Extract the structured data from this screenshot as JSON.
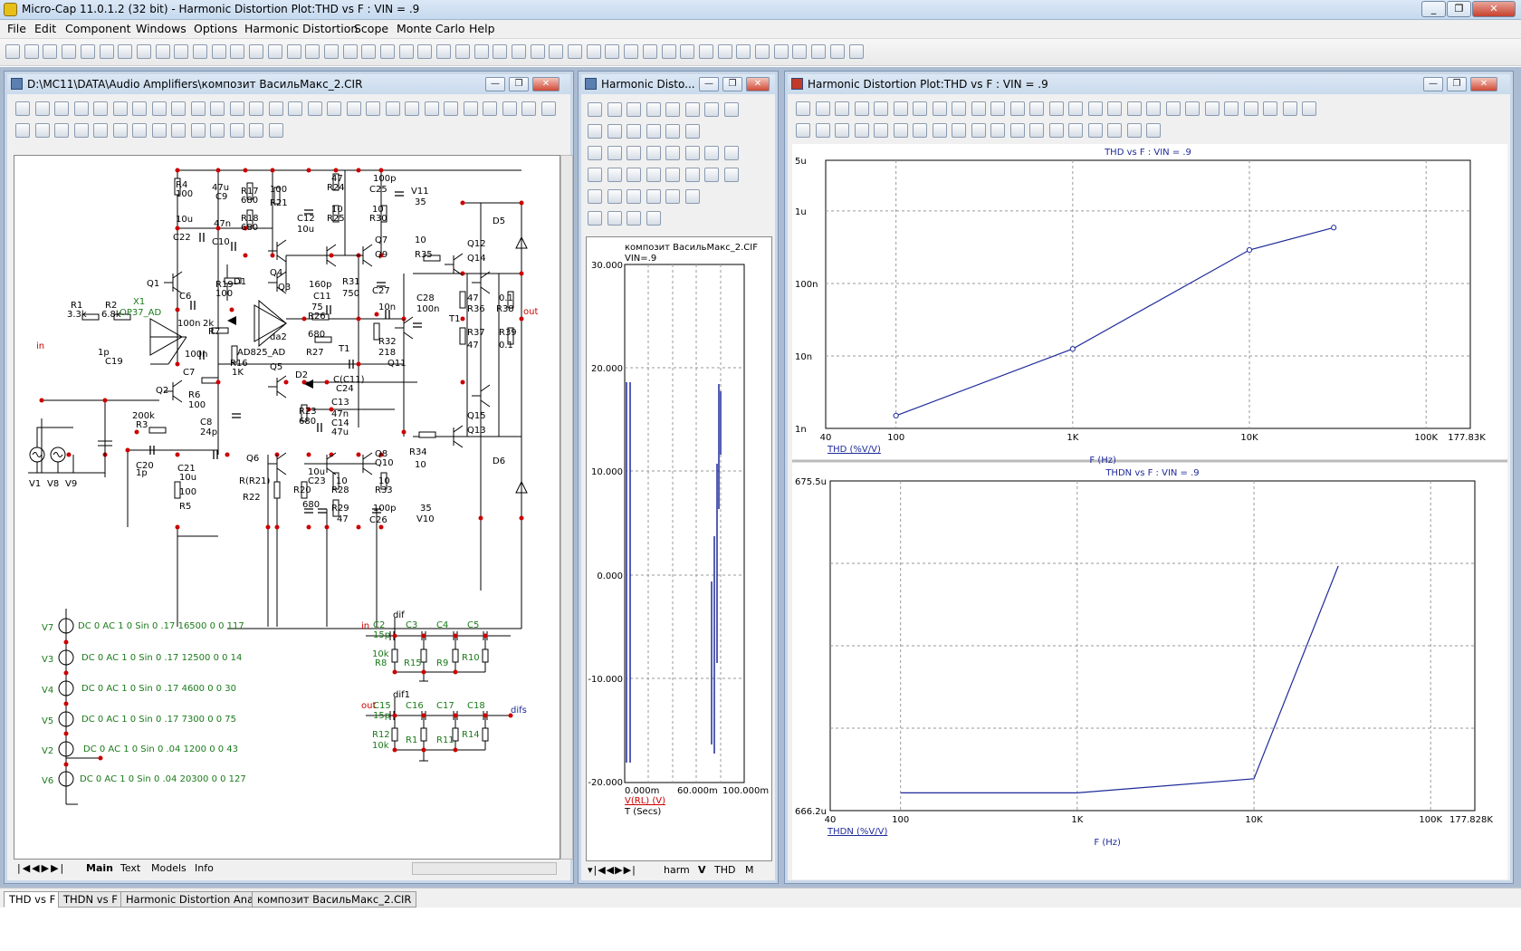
{
  "app": {
    "title": "Micro-Cap 11.0.1.2 (32 bit) - Harmonic Distortion Plot:THD vs F : VIN = .9"
  },
  "menu": [
    "File",
    "Edit",
    "Component",
    "Windows",
    "Options",
    "Harmonic Distortion",
    "Scope",
    "Monte Carlo",
    "Help"
  ],
  "schematic": {
    "title": "D:\\MC11\\DATA\\Audio Amplifiers\\композит ВасильМакс_2.CIR",
    "tabs": [
      "Main",
      "Text",
      "Models",
      "Info"
    ],
    "sources": [
      {
        "name": "V7",
        "spec": "DC 0 AC 1 0 Sin 0 .17 16500 0 0 117"
      },
      {
        "name": "V3",
        "spec": "DC 0 AC 1 0 Sin 0 .17 12500 0 0 14"
      },
      {
        "name": "V4",
        "spec": "DC 0 AC 1 0 Sin 0 .17 4600 0 0 30"
      },
      {
        "name": "V5",
        "spec": "DC 0 AC 1 0 Sin 0 .17 7300 0 0 75"
      },
      {
        "name": "V2",
        "spec": "DC 0 AC 1 0 Sin 0 .04 1200 0 0 43"
      },
      {
        "name": "V6",
        "spec": "DC 0 AC 1 0 Sin 0 .04 20300 0 0 127"
      }
    ],
    "labels": {
      "r1": "R1",
      "r1v": "3.3k",
      "r2": "R2",
      "r2v": "6.8k",
      "x1": "X1",
      "x1m": "OP37_AD",
      "c19": "C19",
      "c19v": "1p",
      "in": "in",
      "v1": "V1",
      "v8": "V8",
      "v9": "V9",
      "q1": "Q1",
      "q2": "Q2",
      "r4": "R4",
      "r4v": "100",
      "c22": "C22",
      "c22v": "10u",
      "r17": "R17",
      "r17v": "680",
      "r18": "R18",
      "r18v": "680",
      "c9": "C9",
      "c9v": "47u",
      "c10": "C10",
      "c10v": "47n",
      "r19": "R19",
      "r19v": "100",
      "d1": "D1",
      "c6": "C6",
      "c6v": "100n",
      "r7": "R7",
      "r7v": "2k",
      "c7": "C7",
      "c7v": "100n",
      "r16": "R16",
      "r16v": "1K",
      "r6": "R6",
      "r6v": "100",
      "c8": "C8",
      "c8v": "24p",
      "r3": "R3",
      "r3v": "200k",
      "c20": "C20",
      "c20v": "1p",
      "c21": "C21",
      "c21v": "10u",
      "r5": "R5",
      "r5v": "100",
      "da2": "da2",
      "ad825": "AD825_AD",
      "q3": "Q3",
      "q4": "Q4",
      "q5": "Q5",
      "q6": "Q6",
      "r21": "R21",
      "r21v": "100",
      "c12": "C12",
      "c12v": "10u",
      "r24": "R24",
      "r24v": "47",
      "r25": "R25",
      "r25v": "10",
      "r30": "R30",
      "r30v": "10",
      "c25": "C25",
      "c25v": "100p",
      "v11": "V11",
      "v11v": "35",
      "q7": "Q7",
      "q9": "Q9",
      "c11": "C11",
      "c11v": "160p",
      "r31": "R31",
      "r31v": "750",
      "r26": "R26",
      "r26v": "75",
      "r26b": "680",
      "c27": "C27",
      "c27v": "10n",
      "t1": "T1",
      "r27": "R27",
      "r32": "R32",
      "r32v": "218",
      "q11": "Q11",
      "c28": "C28",
      "c28v": "100n",
      "d2": "D2",
      "cc11": "C(C11)",
      "c24": "C24",
      "c13": "C13",
      "c13v": "47n",
      "r23": "R23",
      "r23v": "680",
      "c14": "C14",
      "c14v": "47u",
      "q8": "Q8",
      "q10": "Q10",
      "r28": "R28",
      "r28v": "10",
      "r33": "R33",
      "r33v": "10",
      "r20": "R20",
      "r20v": "680",
      "c23": "C23",
      "c23v": "10u",
      "r29": "R29",
      "r29v": "47",
      "c26": "C26",
      "c26v": "100p",
      "v10v": "35",
      "v10": "V10",
      "rr21": "R(R21)",
      "r22": "R22",
      "r35": "R35",
      "r35v": "10",
      "r34": "R34",
      "r34v": "10",
      "q12": "Q12",
      "q14": "Q14",
      "q15": "Q15",
      "q13": "Q13",
      "r36": "R36",
      "r36v": "47",
      "r38": "R38",
      "r38v": "0.1",
      "r37": "R37",
      "r37v": "47",
      "r39": "R39",
      "r39v": "0.1",
      "d5": "D5",
      "d6": "D6",
      "out": "out",
      "t1b": "T1",
      "c2": "C2",
      "c2v": "15p",
      "c3": "C3",
      "c4": "C4",
      "c5": "C5",
      "r8": "R8",
      "r8v": "10k",
      "r15": "R15",
      "r9": "R9",
      "r10": "R10",
      "dif": "dif",
      "c15": "C15",
      "c15v": "15p",
      "c16": "C16",
      "c17": "C17",
      "c18": "C18",
      "r12": "R12",
      "r12v": "10k",
      "r1b": "R1",
      "r11": "R11",
      "r14": "R14",
      "dif1": "dif1",
      "difs": "difs"
    }
  },
  "harmonic_small": {
    "title": "Harmonic Disto...",
    "plot_title": "композит ВасильМакс_2.CIF",
    "param": "VIN=.9",
    "yticks": [
      "30.000",
      "20.000",
      "10.000",
      "0.000",
      "-10.000",
      "-20.000"
    ],
    "xticks": [
      "0.000m",
      "60.000m",
      "100.000m"
    ],
    "ylabel": "V(RL) (V)",
    "xlabel": "T (Secs)",
    "tabs": [
      "harm",
      "V",
      "THD",
      "M"
    ]
  },
  "thd_window": {
    "title": "Harmonic Distortion Plot:THD vs F : VIN = .9"
  },
  "chart_data": [
    {
      "type": "line",
      "title": "THD vs F : VIN = .9",
      "xlabel": "F (Hz)",
      "ylabel": "THD (%V/V)",
      "xscale": "log",
      "yscale": "log",
      "xlim": [
        40,
        177830
      ],
      "ylim": [
        1e-09,
        5e-06
      ],
      "x_tick_labels": [
        "40",
        "100",
        "1K",
        "10K",
        "100K",
        "177.83K"
      ],
      "y_tick_labels": [
        "5u",
        "1u",
        "100n",
        "10n",
        "1n"
      ],
      "x": [
        100,
        1000,
        10000,
        30000
      ],
      "y": [
        1.5e-09,
        1.25e-08,
        2.9e-07,
        5.9e-07
      ],
      "grid": true
    },
    {
      "type": "line",
      "title": "THDN vs F : VIN = .9",
      "xlabel": "F (Hz)",
      "ylabel": "THDN (%V/V)",
      "xscale": "log",
      "xlim": [
        40,
        177828
      ],
      "ylim": [
        0.0006662,
        0.0006755
      ],
      "x_tick_labels": [
        "40",
        "100",
        "1K",
        "10K",
        "100K",
        "177.828K"
      ],
      "y_tick_labels": [
        "675.5u",
        "666.2u"
      ],
      "x": [
        100,
        1000,
        10000,
        30000
      ],
      "y": [
        0.0006667,
        0.0006667,
        0.0006671,
        0.0006731
      ],
      "grid": true
    }
  ],
  "bottom_tabs": [
    "THD vs F",
    "THDN vs F",
    "Harmonic Distortion Analysis",
    "композит ВасильМакс_2.CIR"
  ]
}
